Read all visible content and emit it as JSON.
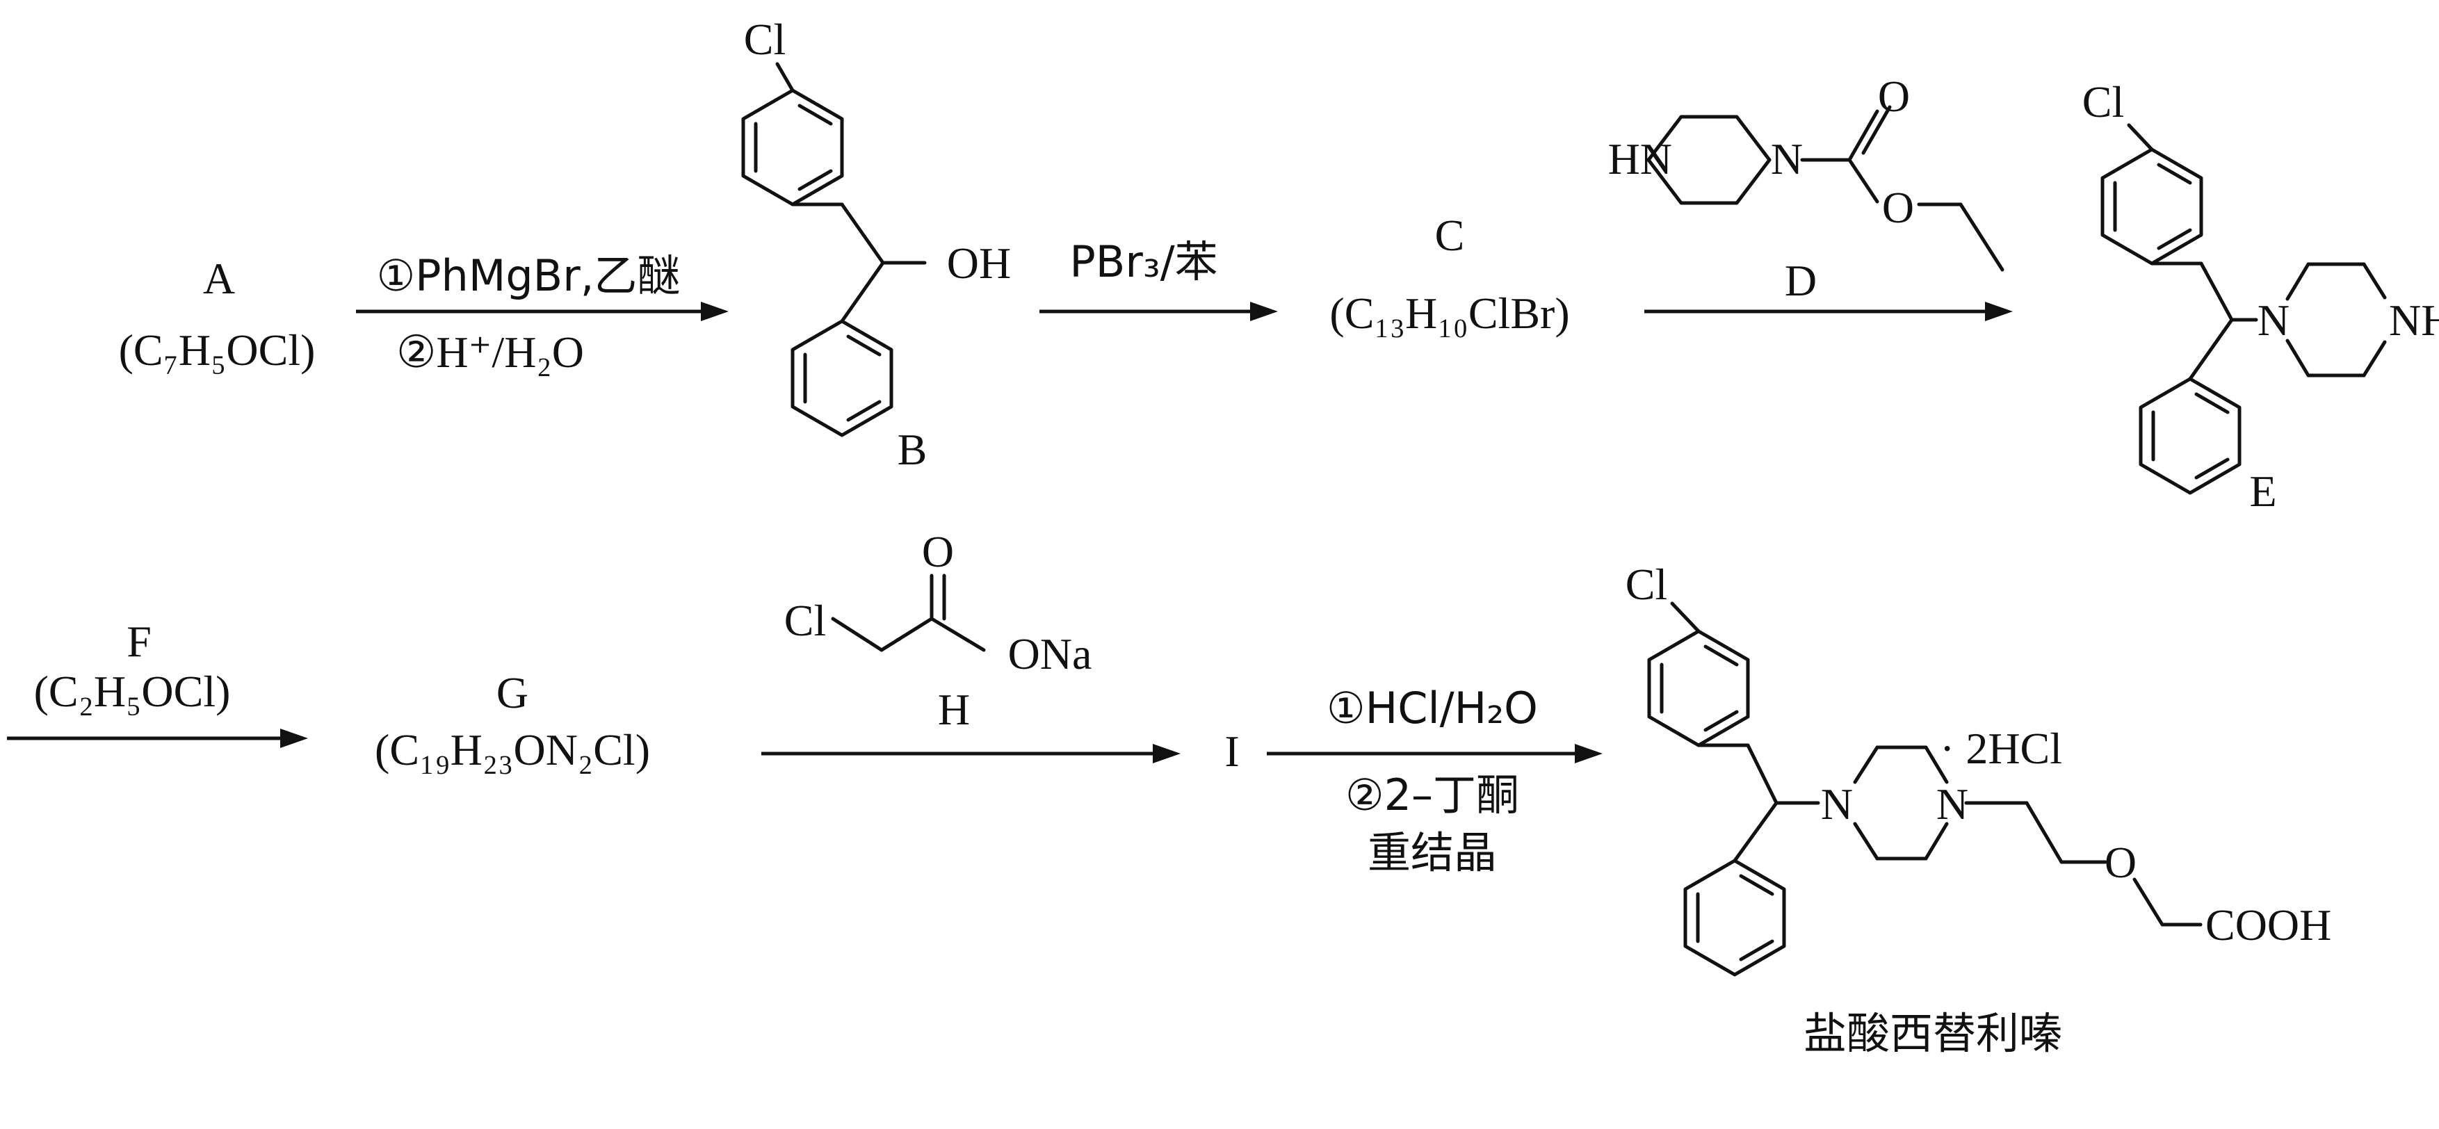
{
  "row1": {
    "a_label": "A",
    "a_formula": "(C₇H₅OCl)",
    "arrow1_step1": "①PhMgBr,乙醚",
    "arrow1_step2": "②H⁺/H₂O",
    "b_label": "B",
    "b_oh": "OH",
    "b_cl": "Cl",
    "arrow2_reagent": "PBr₃/苯",
    "c_label": "C",
    "c_formula": "(C₁₃H₁₀ClBr)",
    "d_label": "D",
    "d_hn": "HN",
    "d_n": "N",
    "d_o_carbonyl": "O",
    "d_o_ester": "O",
    "e_label": "E",
    "e_cl": "Cl",
    "e_n": "N",
    "e_nh": "NH"
  },
  "row2": {
    "f_label": "F",
    "f_formula": "(C₂H₅OCl)",
    "g_label": "G",
    "g_formula": "(C₁₉H₂₃ON₂Cl)",
    "h_label": "H",
    "h_cl": "Cl",
    "h_o": "O",
    "h_ona": "ONa",
    "i_label": "I",
    "arrow5_step1": "①HCl/H₂O",
    "arrow5_step2": "②2–丁酮",
    "arrow5_step3": "重结晶",
    "product_cl": "Cl",
    "product_n1": "N",
    "product_n2": "N",
    "product_salt": "· 2HCl",
    "product_o": "O",
    "product_cooh": "COOH",
    "product_name": "盐酸西替利嗪"
  }
}
